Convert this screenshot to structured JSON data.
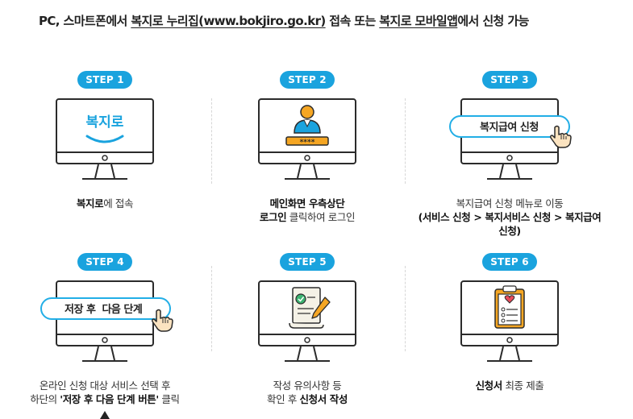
{
  "header": {
    "part1": "PC, 스마트폰에서 ",
    "link1": "복지로 누리집(www.bokjiro.go.kr)",
    "part2": " 접속 또는 ",
    "link2": "복지로 모바일앱",
    "part3": "에서 신청 가능"
  },
  "steps": [
    {
      "badge": "STEP 1",
      "screen_text": "복지로",
      "caption_bold": "복지로",
      "caption_rest": "에 접속"
    },
    {
      "badge": "STEP 2",
      "screen_text": "****",
      "caption_line1_bold": "메인화면 우측상단",
      "caption_line2_bold": "로그인",
      "caption_line2_rest": " 클릭하여 로그인"
    },
    {
      "badge": "STEP 3",
      "pill": "복지급여 신청",
      "caption_line1": "복지급여 신청 메뉴로 이동",
      "caption_line2_bold": "(서비스 신청 > 복지서비스 신청 > 복지급여 신청)"
    },
    {
      "badge": "STEP 4",
      "pill": "저장 후  다음 단계",
      "caption_line1": "온라인 신청 대상 서비스 선택 후",
      "caption_line2_pre": "하단의 ",
      "caption_line2_bold": "'저장 후 다음 단계 버튼'",
      "caption_line2_rest": " 클릭"
    },
    {
      "badge": "STEP 5",
      "caption_line1": "작성 유의사항 등",
      "caption_line2_pre": "확인 후 ",
      "caption_line2_bold": "신청서 작성"
    },
    {
      "badge": "STEP 6",
      "caption_bold": "신청서",
      "caption_rest": " 최종 제출"
    }
  ],
  "colors": {
    "accent": "#1aa3de",
    "pill_border": "#22aee6",
    "monitor": "#2b2b2b",
    "orange": "#f5a623"
  }
}
